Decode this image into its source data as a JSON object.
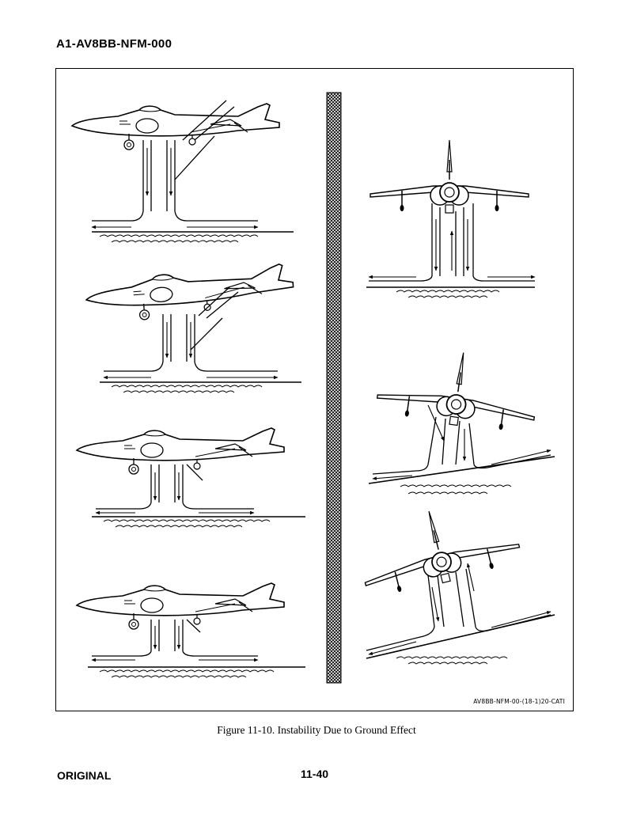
{
  "document": {
    "header": "A1-AV8BB-NFM-000",
    "figure_code": "AV8BB-NFM-00-(18-1)20-CATI",
    "caption": "Figure 11-10.  Instability Due to Ground Effect",
    "footer_left": "ORIGINAL",
    "page_number": "11-40"
  },
  "figure": {
    "side_views": [
      {
        "condition": "level"
      },
      {
        "condition": "nose-up"
      },
      {
        "condition": "level-low"
      },
      {
        "condition": "level-lower"
      }
    ],
    "front_views": [
      {
        "condition": "wings-level"
      },
      {
        "condition": "right-bank"
      },
      {
        "condition": "left-bank"
      }
    ]
  }
}
